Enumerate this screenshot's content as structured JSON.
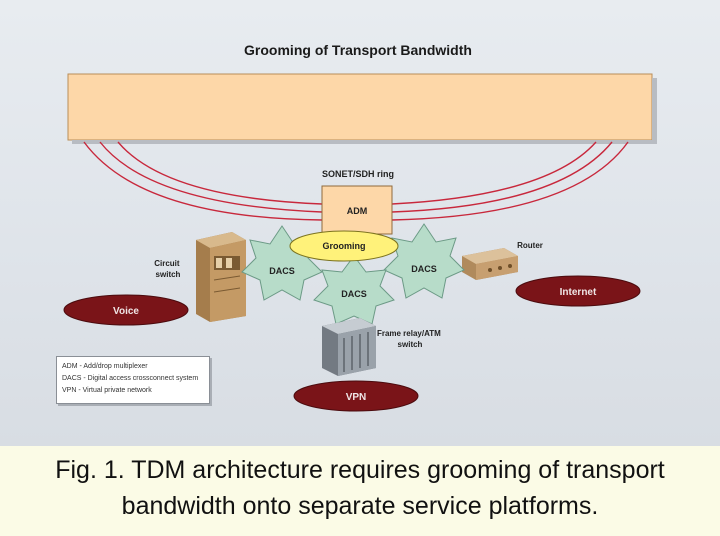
{
  "diagram": {
    "title": "Grooming of Transport Bandwidth",
    "ring_label": "SONET/SDH ring",
    "nodes": {
      "adm": "ADM",
      "grooming": "Grooming",
      "dacs_left": "DACS",
      "dacs_right": "DACS",
      "dacs_bottom": "DACS",
      "circuit_switch": "Circuit switch",
      "router": "Router",
      "frame_switch": "Frame relay/ATM switch"
    },
    "services": {
      "voice": "Voice",
      "internet": "Internet",
      "vpn": "VPN"
    },
    "legend": [
      "ADM - Add/drop multiplexer",
      "DACS - Digital access crossconnect system",
      "VPN - Virtual private network"
    ],
    "colors": {
      "transport_bar": "#fdd7a8",
      "ring_line": "#c8283c",
      "star_fill": "#b7dcc9",
      "grooming_fill": "#fff27a",
      "service_ellipse": "#7a1418",
      "background": "#e3e7ec",
      "caption_band": "#fbfbe6"
    }
  },
  "caption": {
    "line1": "Fig. 1. TDM architecture requires grooming of transport",
    "line2": "bandwidth onto separate service platforms."
  }
}
